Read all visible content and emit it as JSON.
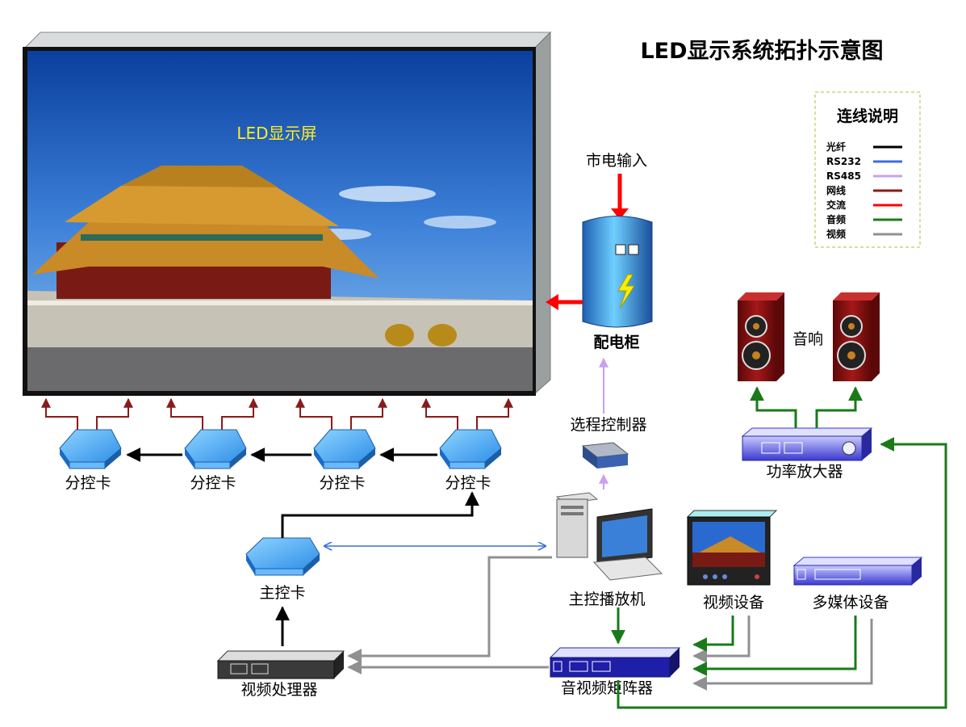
{
  "title": "LED显示系统拓扑示意图",
  "screen_label": "LED显示屏",
  "mains_input": "市电输入",
  "power_cabinet": "配电柜",
  "remote_controller": "选程控制器",
  "speakers": "音响",
  "amplifier": "功率放大器",
  "sub_card": "分控卡",
  "main_card": "主控卡",
  "player": "主控播放机",
  "video_device": "视频设备",
  "multimedia_device": "多媒体设备",
  "video_processor": "视频处理器",
  "av_matrix": "音视频矩阵器",
  "legend": {
    "title": "连线说明",
    "items": [
      {
        "label": "光纤",
        "color": "#000000"
      },
      {
        "label": "RS232",
        "color": "#3a6fe0"
      },
      {
        "label": "RS485",
        "color": "#c8a0f0"
      },
      {
        "label": "网线",
        "color": "#8b1a1a"
      },
      {
        "label": "交流",
        "color": "#ff0000"
      },
      {
        "label": "音频",
        "color": "#1a7a1a"
      },
      {
        "label": "视频",
        "color": "#909090"
      }
    ]
  }
}
